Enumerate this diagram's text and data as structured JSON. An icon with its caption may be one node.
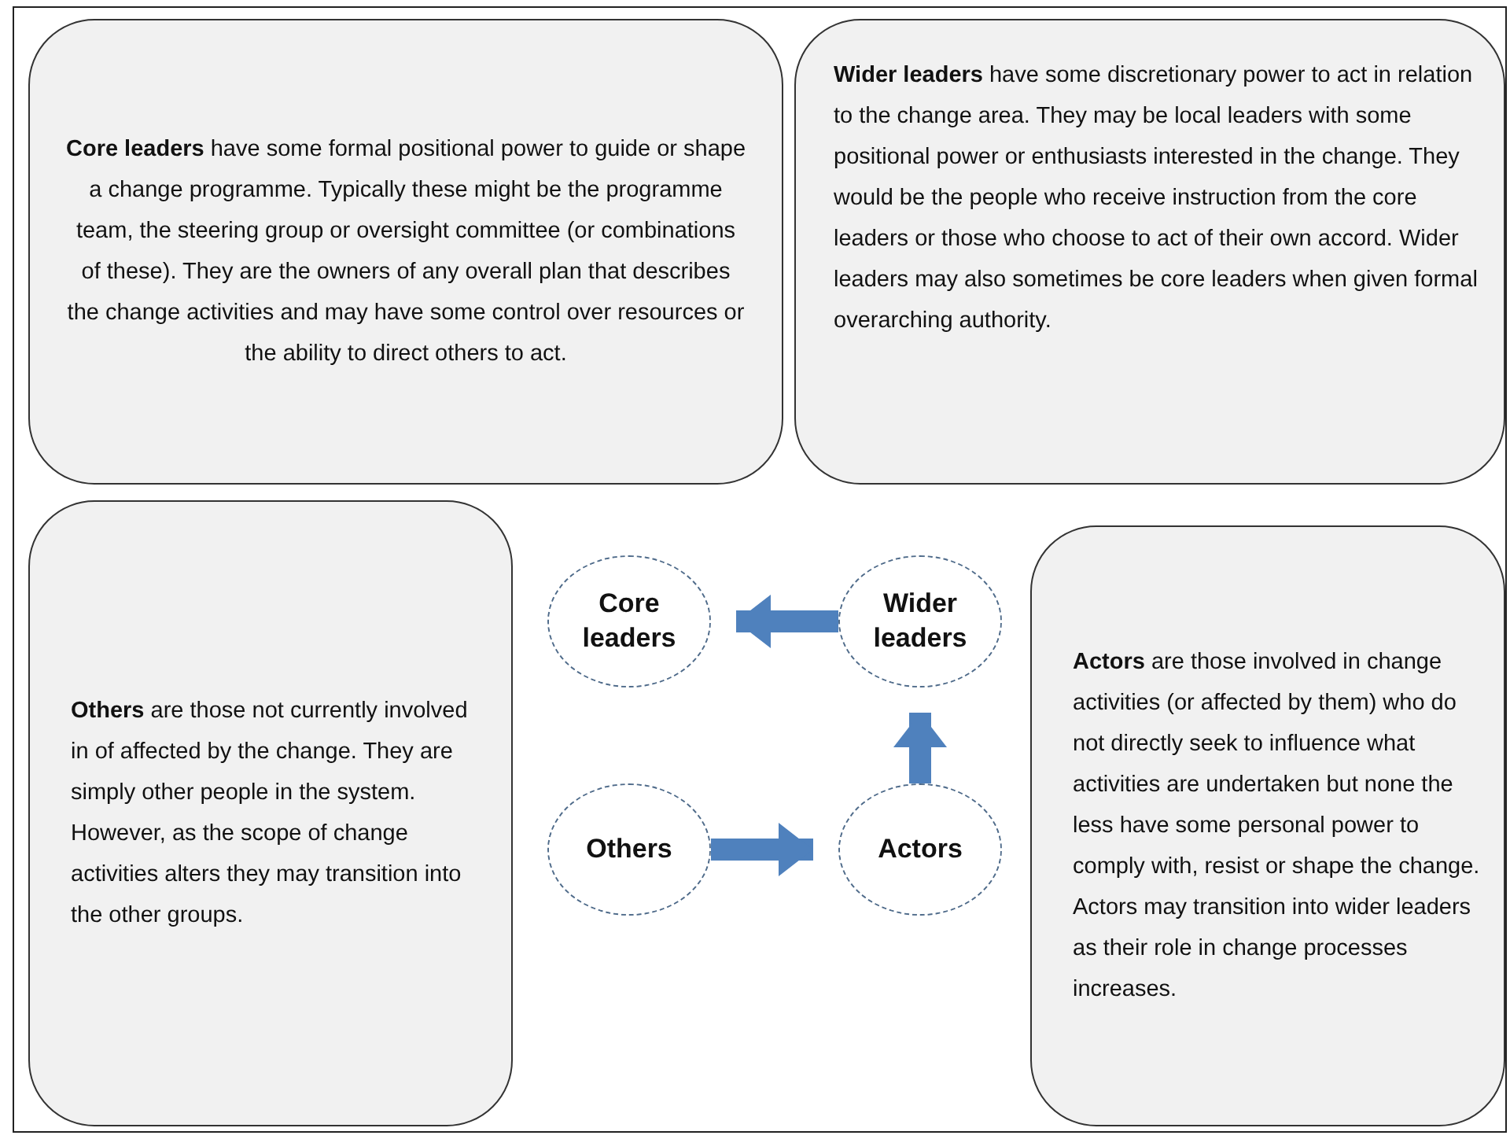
{
  "diagram": {
    "nodes": [
      {
        "text": [
          "**Core leaders** have some formal positional power to guide or shape a change programme. Typically these might be the programme team, the steering group or oversight committee (or combinations of these). They are the owners of any overall plan that describes the change activities and may have some control over resources or the ability to direct others to act."
        ]
      },
      {
        "text": [
          "**Wider leaders** have some discretionary power to act in relation to the change area. They may be local leaders with some positional power or enthusiasts interested in the change. They would be the people who receive instruction from the core leaders or those who choose to act of their own accord. Wider leaders may also sometimes be core leaders when given formal overarching authority."
        ]
      },
      {
        "text": [
          "**Others** are those not currently involved in of affected by the change. They are simply other people in the system. However, as the scope of change activities alters they may transition into the other groups."
        ]
      },
      {
        "text": [
          "**Actors** are those involved in change activities (or affected by them) who do not directly seek to influence what activities are undertaken but none the less have some personal power to comply with, resist or shape the change. Actors may transition into wider leaders as their role in change processes increases."
        ]
      },
      {
        "text": [
          "Core leaders"
        ]
      },
      {
        "text": [
          "Wider leaders"
        ]
      },
      {
        "text": [
          "Others"
        ]
      },
      {
        "text": [
          "Actors"
        ]
      }
    ],
    "edges": [
      {
        "from": 5,
        "to": 4,
        "arrow": "to"
      },
      {
        "from": 7,
        "to": 5,
        "arrow": "to"
      },
      {
        "from": 6,
        "to": 7,
        "arrow": "to"
      }
    ]
  }
}
